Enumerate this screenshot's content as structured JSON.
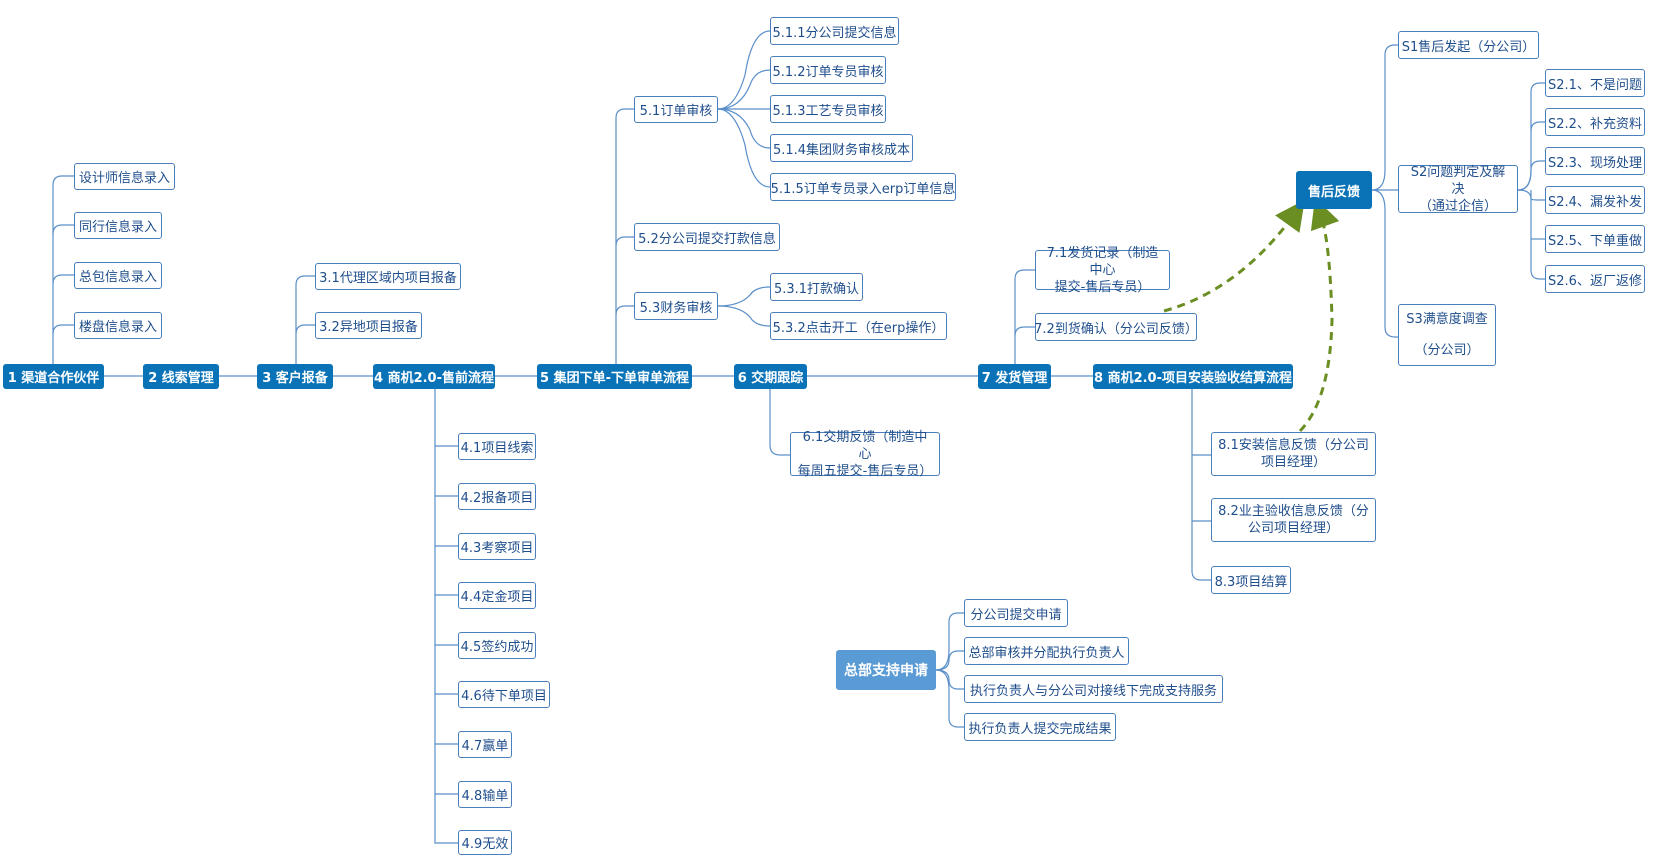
{
  "main_nodes": {
    "n1": "1 渠道合作伙伴",
    "n2": "2 线索管理",
    "n3": "3 客户报备",
    "n4": "4 商机2.0-售前流程",
    "n5": "5 集团下单-下单审单流程",
    "n6": "6 交期跟踪",
    "n7": "7 发货管理",
    "n8": "8 商机2.0-项目安装验收结算流程",
    "after_sales": "售后反馈",
    "hq_support": "总部支持申请"
  },
  "branch1": [
    "设计师信息录入",
    "同行信息录入",
    "总包信息录入",
    "楼盘信息录入"
  ],
  "branch3": [
    "3.1代理区域内项目报备",
    "3.2异地项目报备"
  ],
  "branch4": [
    "4.1项目线索",
    "4.2报备项目",
    "4.3考察项目",
    "4.4定金项目",
    "4.5签约成功",
    "4.6待下单项目",
    "4.7赢单",
    "4.8输单",
    "4.9无效"
  ],
  "branch5": {
    "s51": "5.1订单审核",
    "s51_items": [
      "5.1.1分公司提交信息",
      "5.1.2订单专员审核",
      "5.1.3工艺专员审核",
      "5.1.4集团财务审核成本",
      "5.1.5订单专员录入erp订单信息"
    ],
    "s52": "5.2分公司提交打款信息",
    "s53": "5.3财务审核",
    "s53_items": [
      "5.3.1打款确认",
      "5.3.2点击开工（在erp操作）"
    ]
  },
  "branch6": {
    "l1": "6.1交期反馈（制造中心",
    "l2": "每周五提交-售后专员）"
  },
  "branch7": {
    "a_l1": "7.1发货记录（制造中心",
    "a_l2": "提交-售后专员）",
    "b": "7.2到货确认（分公司反馈）"
  },
  "branch8": {
    "a_l1": "8.1安装信息反馈（分公司",
    "a_l2": "项目经理）",
    "b_l1": "8.2业主验收信息反馈（分",
    "b_l2": "公司项目经理）",
    "c": "8.3项目结算"
  },
  "after_sales_branch": {
    "s1": "S1售后发起（分公司）",
    "s2_l1": "S2问题判定及解决",
    "s2_l2": "（通过企信）",
    "s2_items": [
      "S2.1、不是问题",
      "S2.2、补充资料",
      "S2.3、现场处理",
      "S2.4、漏发补发",
      "S2.5、下单重做",
      "S2.6、返厂返修"
    ],
    "s3_l1": "S3满意度调查",
    "s3_l2": "（分公司）"
  },
  "hq_support_items": [
    "分公司提交申请",
    "总部审核并分配执行负责人",
    "执行负责人与分公司对接线下完成支持服务",
    "执行负责人提交完成结果"
  ],
  "colors": {
    "main": "#0a73b8",
    "hq_main": "#5b9bd5",
    "leaf_border": "#4a7fbd",
    "line": "#5b8fc9",
    "arrow": "#6b8e23"
  }
}
